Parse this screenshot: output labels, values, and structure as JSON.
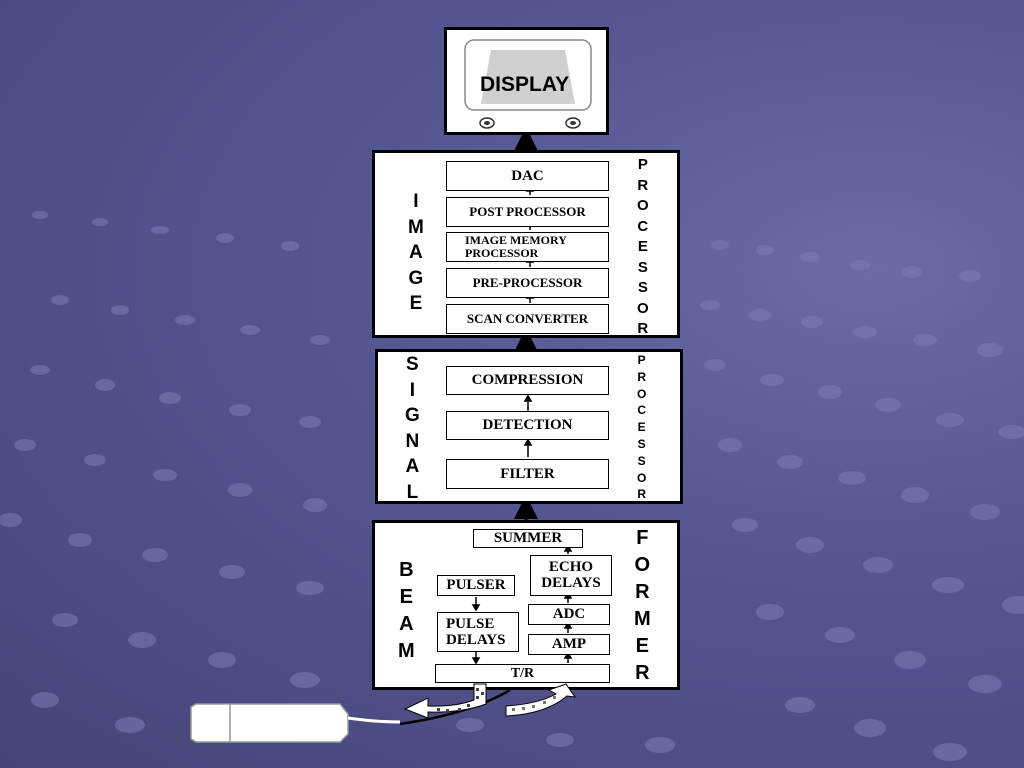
{
  "display": {
    "label": "DISPLAY"
  },
  "image_processor": {
    "left_label": [
      "I",
      "M",
      "A",
      "G",
      "E"
    ],
    "right_label": [
      "P",
      "R",
      "O",
      "C",
      "E",
      "S",
      "S",
      "O",
      "R"
    ],
    "blocks": {
      "dac": "DAC",
      "post": "POST PROCESSOR",
      "memory_line1": "IMAGE MEMORY",
      "memory_line2": "PROCESSOR",
      "pre": "PRE-PROCESSOR",
      "scan": "SCAN CONVERTER"
    }
  },
  "signal_processor": {
    "left_label": [
      "S",
      "I",
      "G",
      "N",
      "A",
      "L"
    ],
    "right_label": [
      "P",
      "R",
      "O",
      "C",
      "E",
      "S",
      "S",
      "O",
      "R"
    ],
    "blocks": {
      "compression": "COMPRESSION",
      "detection": "DETECTION",
      "filter": "FILTER"
    }
  },
  "beam_former": {
    "left_label": [
      "B",
      "E",
      "A",
      "M"
    ],
    "right_label": [
      "F",
      "O",
      "R",
      "M",
      "E",
      "R"
    ],
    "blocks": {
      "summer": "SUMMER",
      "echo_line1": "ECHO",
      "echo_line2": "DELAYS",
      "pulser": "PULSER",
      "adc": "ADC",
      "pulse_line1": "PULSE",
      "pulse_line2": "DELAYS",
      "amp": "AMP",
      "tr": "T/R"
    }
  }
}
